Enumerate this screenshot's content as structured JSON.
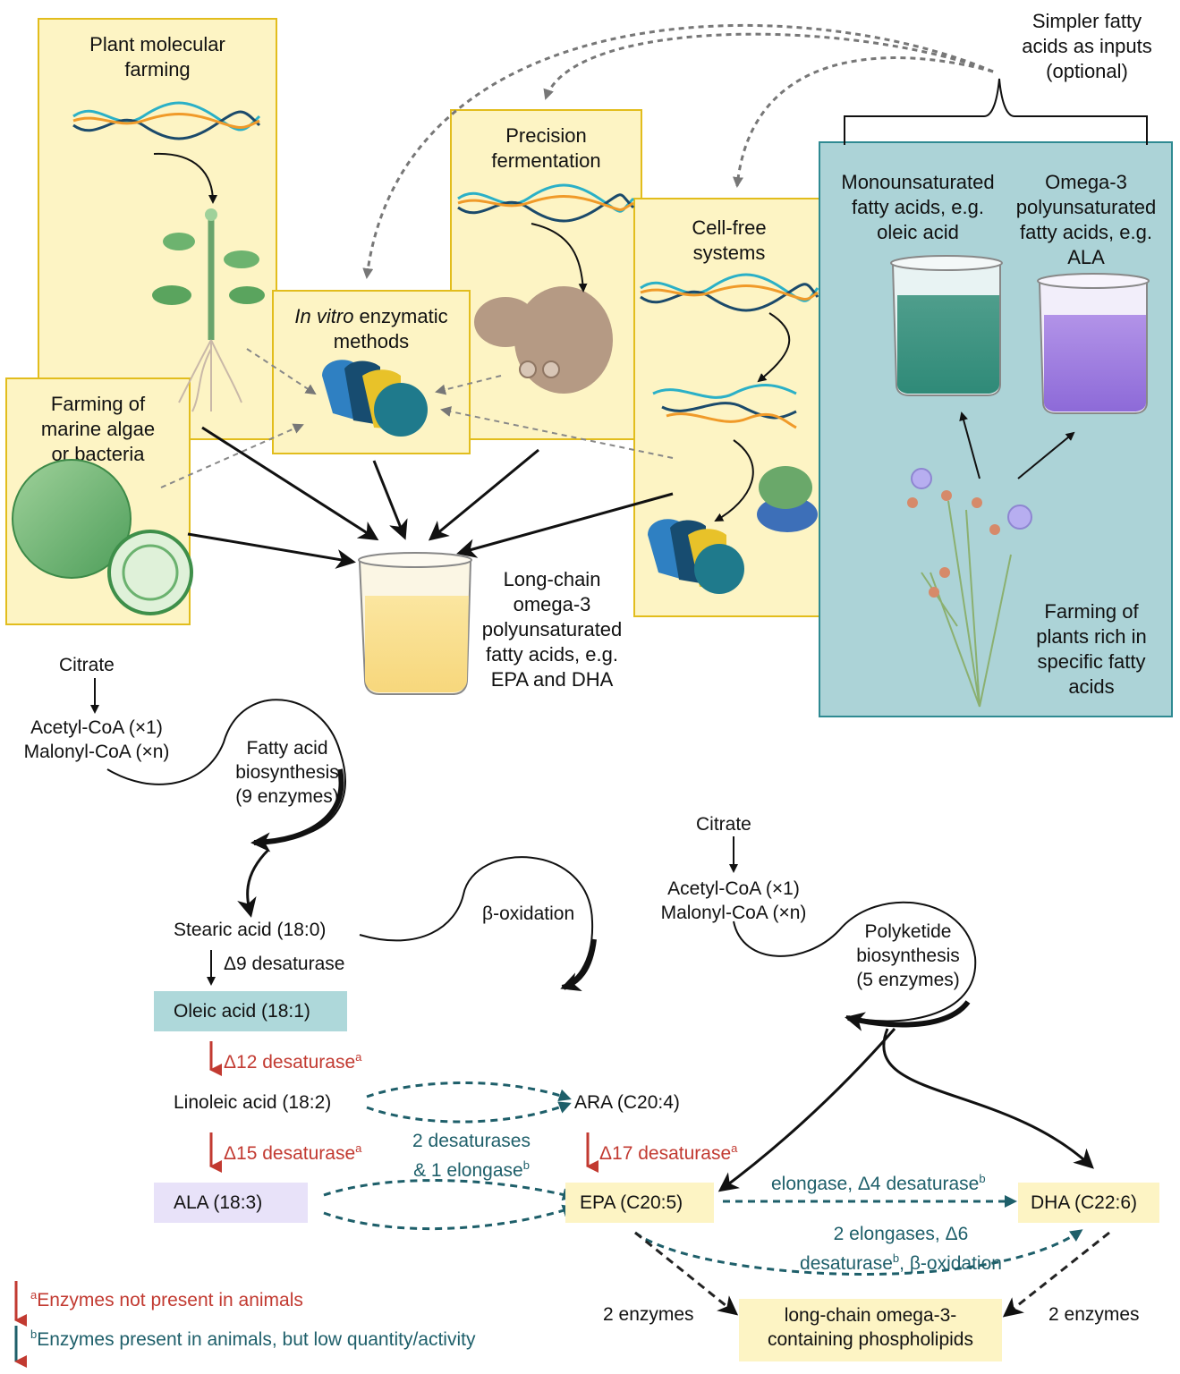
{
  "top": {
    "simpler_inputs": [
      "Simpler fatty",
      "acids as inputs",
      "(optional)"
    ],
    "plant_molecular_farming": [
      "Plant molecular",
      "farming"
    ],
    "precision_fermentation": [
      "Precision",
      "fermentation"
    ],
    "cell_free": [
      "Cell-free",
      "systems"
    ],
    "in_vitro_italic": "In vitro",
    "in_vitro_rest": " enzymatic",
    "in_vitro_line2": "methods",
    "marine": [
      "Farming of",
      "marine algae",
      "or bacteria"
    ],
    "monounsaturated": [
      "Monounsaturated",
      "fatty acids, e.g.",
      "oleic acid"
    ],
    "omega3_pufa": [
      "Omega-3",
      "polyunsaturated",
      "fatty acids, e.g.",
      "ALA"
    ],
    "farming_plants": [
      "Farming of",
      "plants rich in",
      "specific fatty",
      "acids"
    ],
    "long_chain": [
      "Long-chain",
      "omega-3",
      "polyunsaturated",
      "fatty acids, e.g.",
      "EPA and DHA"
    ]
  },
  "pathway": {
    "citrate_left": "Citrate",
    "acetyl_left": "Acetyl-CoA (×1)",
    "malonyl_left": "Malonyl-CoA (×n)",
    "fa_biosynthesis": [
      "Fatty acid",
      "biosynthesis",
      "(9 enzymes)"
    ],
    "stearic": "Stearic acid (18:0)",
    "d9": "Δ9 desaturase",
    "oleic": "Oleic acid (18:1)",
    "d12": "Δ12 desaturase",
    "linoleic": "Linoleic acid (18:2)",
    "d15": "Δ15 desaturase",
    "ala": "ALA (18:3)",
    "beta_oxidation": "β-oxidation",
    "ara": "ARA (C20:4)",
    "two_desat": [
      "2 desaturases",
      "& 1 elongase"
    ],
    "d17": "Δ17 desaturase",
    "epa": "EPA (C20:5)",
    "dha": "DHA (C22:6)",
    "elongase_d4": "elongase, Δ4 desaturase",
    "two_elongases": [
      "2 elongases, Δ6",
      "desaturase",
      ", β-oxidation"
    ],
    "citrate_right": "Citrate",
    "acetyl_right": "Acetyl-CoA (×1)",
    "malonyl_right": "Malonyl-CoA (×n)",
    "polyketide": [
      "Polyketide",
      "biosynthesis",
      "(5 enzymes)"
    ],
    "two_enzymes_left": "2 enzymes",
    "two_enzymes_right": "2 enzymes",
    "phospholipids": [
      "long-chain omega-3-",
      "containing phospholipids"
    ],
    "sup_a": "a",
    "sup_b": "b"
  },
  "legend": {
    "a_text": "Enzymes not present in animals",
    "b_text": "Enzymes present in animals, but low quantity/activity",
    "a_mark": "a",
    "b_mark": "b"
  },
  "colors": {
    "box_fill": "#fdf4c4",
    "box_border": "#e2bd1d",
    "teal_panel": "#acd3d7",
    "red": "#c23a31",
    "teal_text": "#1e5f6a",
    "oleic_fill": "#aed8da",
    "ala_fill": "#e8e2f9",
    "legend_fill": "#e3e4e5"
  }
}
